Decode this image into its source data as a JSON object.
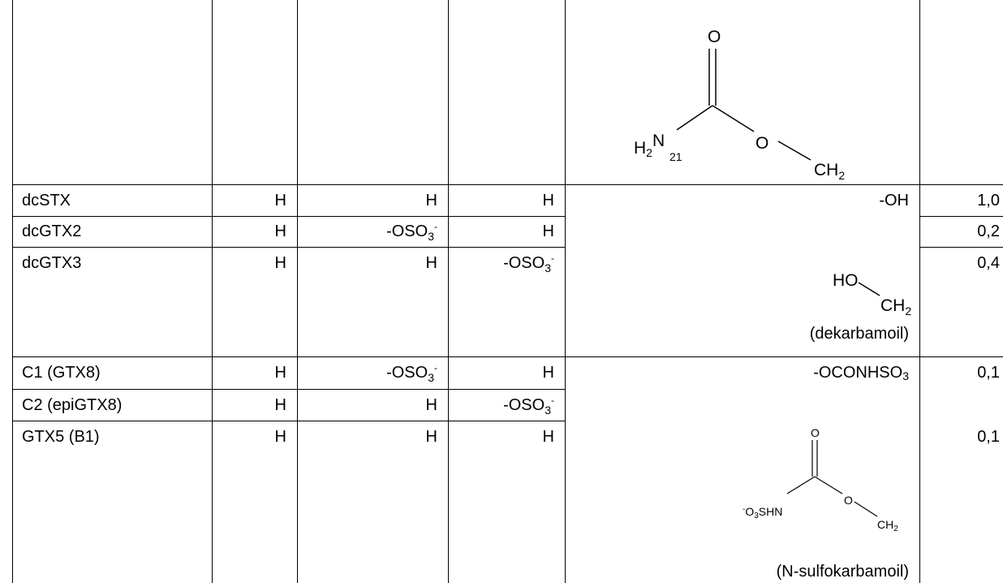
{
  "rows": [
    {
      "name": "dcSTX",
      "r1": "H",
      "r2": "H",
      "r3": "H",
      "r4_text": "-OH",
      "value": "1,0"
    },
    {
      "name": "dcGTX2",
      "r1": "H",
      "r2_main": "-OSO",
      "r2_sub": "3",
      "r2_sup": "-",
      "r3": "H",
      "value": "0,2"
    },
    {
      "name": "dcGTX3",
      "r1": "H",
      "r2": "H",
      "r3_main": "-OSO",
      "r3_sub": "3",
      "r3_sup": "-",
      "value": "0,4"
    },
    {
      "name": "C1 (GTX8)",
      "r1": "H",
      "r2_main": "-OSO",
      "r2_sub": "3",
      "r2_sup": "-",
      "r3": "H",
      "r4_main": "-OCONHSO",
      "r4_sub": "3",
      "value": "0,1"
    },
    {
      "name": "C2 (epiGTX8)",
      "r1": "H",
      "r2": "H",
      "r3_main": "-OSO",
      "r3_sub": "3",
      "r3_sup": "-"
    },
    {
      "name": "GTX5 (B1)",
      "r1": "H",
      "r2": "H",
      "r3": "H",
      "value": "0,1"
    }
  ],
  "structures": {
    "carbamoyl": {
      "o": "O",
      "h2n_h": "H",
      "h2n_2": "2",
      "h2n_n": "N",
      "num": "21",
      "o2": "O",
      "ch": "CH",
      "ch_2": "2"
    },
    "decarbamoyl": {
      "ho": "HO",
      "ch": "CH",
      "ch_2": "2",
      "label": "(dekarbamoil)"
    },
    "sulfo": {
      "o": "O",
      "pre": "-",
      "o3": "O",
      "o3_sub": "3",
      "shn": "SHN",
      "o2": "O",
      "ch": "CH",
      "ch_2": "2",
      "label": "(N-sulfokarbamoil)"
    }
  }
}
